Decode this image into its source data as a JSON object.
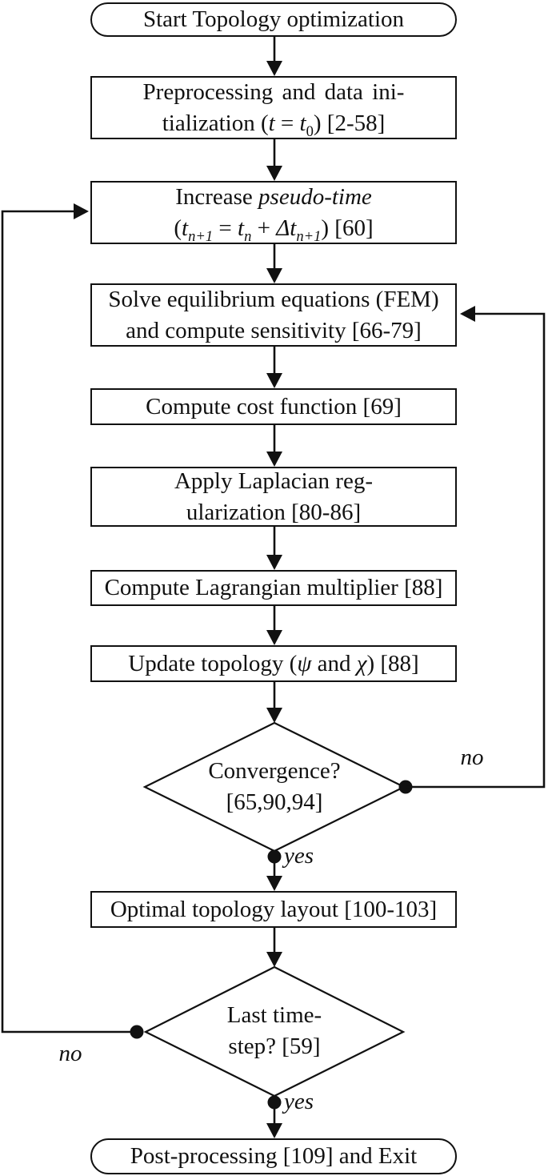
{
  "nodes": {
    "start": {
      "label": "Start Topology optimization"
    },
    "preprocess": {
      "l1": "Preprocessing and data ini-",
      "l2": [
        "tialization (",
        "t",
        " = ",
        "t",
        "0",
        ") [2-58]"
      ]
    },
    "increase": {
      "l1": [
        "Increase ",
        "pseudo-time"
      ],
      "l2": [
        "(",
        "t",
        "n+1",
        " = ",
        "t",
        "n",
        " + ",
        "Δt",
        "n+1",
        ") [60]"
      ]
    },
    "solve": {
      "l1": "Solve equilibrium equations (FEM)",
      "l2": "and compute sensitivity [66-79]"
    },
    "cost": {
      "label": "Compute cost function [69]"
    },
    "laplacian": {
      "l1": "Apply Laplacian reg-",
      "l2": "ularization [80-86]"
    },
    "lagrangian": {
      "label": "Compute Lagrangian multiplier [88]"
    },
    "update": {
      "l1": [
        "Update topology (",
        "ψ",
        " and ",
        "χ",
        ") [88]"
      ]
    },
    "convergence": {
      "l1": "Convergence?",
      "l2": "[65,90,94]"
    },
    "optimal": {
      "label": "Optimal topology layout [100-103]"
    },
    "lastStep": {
      "l1": "Last time-",
      "l2": "step? [59]"
    },
    "post": {
      "label": "Post-processing [109] and Exit"
    }
  },
  "edge_labels": {
    "convergence_no": "no",
    "convergence_yes": "yes",
    "last_no": "no",
    "last_yes": "yes"
  },
  "colors": {
    "ink": "#111111",
    "background": "#ffffff"
  }
}
